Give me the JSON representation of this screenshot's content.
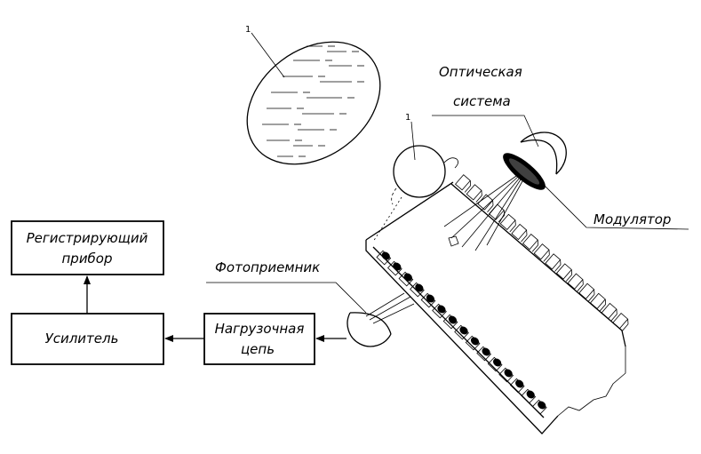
{
  "labels": {
    "optical_system_line1": "Оптическая",
    "optical_system_line2": "система",
    "modulator": "Модулятор",
    "photodetector": "Фотоприемник",
    "callout_object": "1",
    "callout_lens": "1"
  },
  "blocks": {
    "recorder_line1": "Регистрирующий",
    "recorder_line2": "прибор",
    "amplifier": "Усилитель",
    "load_line1": "Нагрузочная",
    "load_line2": "цепь"
  },
  "colors": {
    "ink": "#000000",
    "paper": "#ffffff"
  }
}
